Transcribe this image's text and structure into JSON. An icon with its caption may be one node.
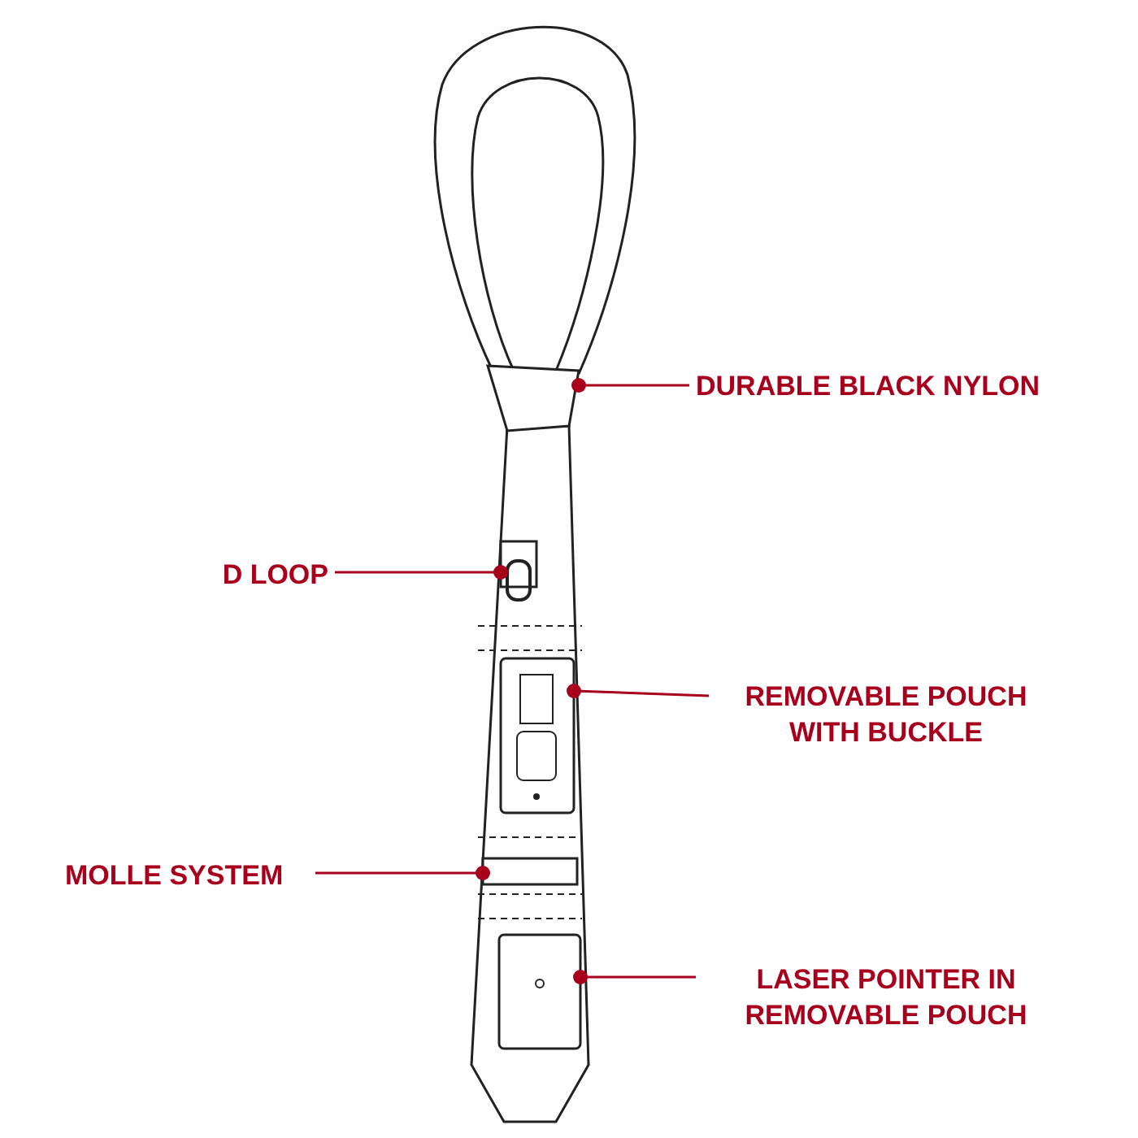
{
  "diagram": {
    "nodes": [
      {
        "text": [
          "DURABLE BLACK NYLON"
        ]
      },
      {
        "text": [],
        "shape": "picture"
      },
      {
        "text": [
          "D LOOP"
        ]
      },
      {
        "text": [],
        "shape": "box"
      },
      {
        "text": [
          "REMOVABLE POUCH WITH BUCKLE"
        ]
      },
      {
        "text": [],
        "shape": "picture"
      },
      {
        "text": [
          "MOLLE SYSTEM"
        ]
      },
      {
        "text": [],
        "shape": "box"
      },
      {
        "text": [
          "LASER POINTER IN REMOVABLE POUCH"
        ]
      },
      {
        "text": [],
        "shape": "picture"
      }
    ],
    "edges": [
      {
        "from": 0,
        "to": 1,
        "arrow": "other"
      },
      {
        "from": 2,
        "to": 3,
        "arrow": "other"
      },
      {
        "from": 4,
        "to": 5,
        "arrow": "other"
      },
      {
        "from": 6,
        "to": 7,
        "arrow": "other"
      },
      {
        "from": 8,
        "to": 9,
        "arrow": "other"
      }
    ]
  }
}
